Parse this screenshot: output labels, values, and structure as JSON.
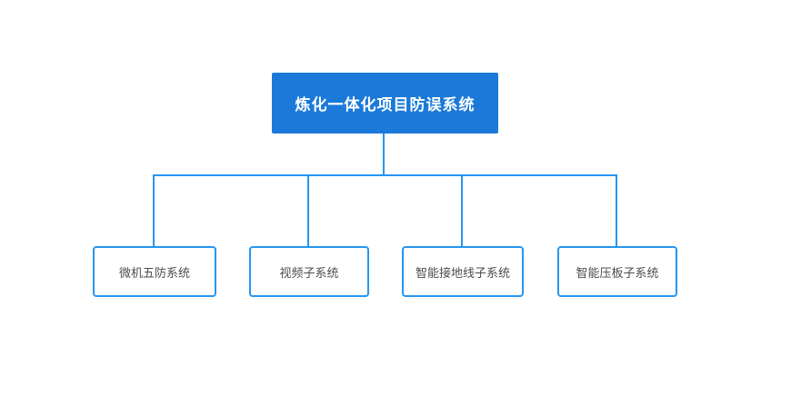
{
  "diagram": {
    "root": {
      "label": "炼化一体化项目防误系统"
    },
    "children": [
      {
        "label": "微机五防系统"
      },
      {
        "label": "视频子系统"
      },
      {
        "label": "智能接地线子系统"
      },
      {
        "label": "智能压板子系统"
      }
    ],
    "colors": {
      "background": "#ffffff",
      "root_fill": "#1b7ad9",
      "root_text": "#ffffff",
      "line": "#2596f2",
      "child_border": "#2596f2",
      "child_text": "#4d4d4d"
    }
  }
}
